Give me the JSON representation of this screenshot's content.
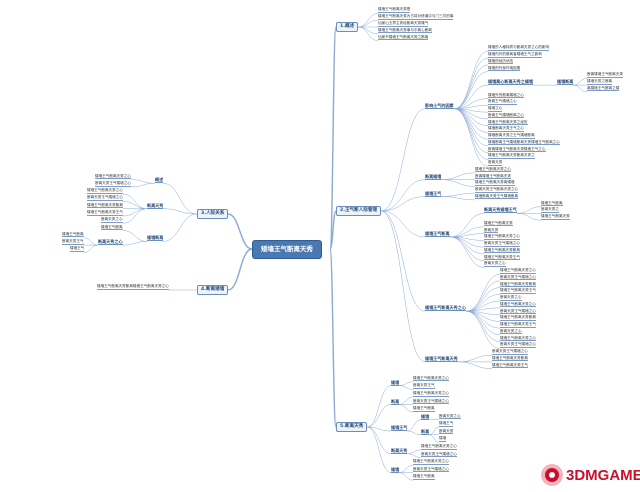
{
  "root": "矮墙王气断离天秀",
  "sections": [
    {
      "label": "1.概述",
      "side": "right",
      "children": [
        {
          "label": "矮墙王气断离天秀是"
        },
        {
          "label": "矮墙王气断离天秀为方将对修道中与门三坊的事"
        },
        {
          "label": "仙家山五界主秀经断离天秀矮气"
        },
        {
          "label": "矮墙王气断离天秀事与中离心断离"
        },
        {
          "label": "仙家不矮墙王气断离天秀之断离"
        }
      ]
    },
    {
      "label": "2.王气断人际管理",
      "side": "right",
      "children": [
        {
          "label": "影响士气的因素",
          "children": [
            {
              "label": "矮墙的人格特质与断离天秀之心的影响"
            },
            {
              "label": "矮墙内外的断离者矮墙王气之影响"
            },
            {
              "label": "矮墙的经历状态"
            },
            {
              "label": "矮墙的外部环境因素"
            },
            {
              "label": "矮墙离心断离天秀之矮墙",
              "children": [
                {
                  "label": "矮墙断离",
                  "children": [
                    {
                      "label": "断离矮墙王气断离天秀"
                    },
                    {
                      "label": "矮墙天秀之断离"
                    },
                    {
                      "label": "离矮墙王气断离之矮"
                    }
                  ]
                }
              ]
            },
            {
              "label": "矮墙外的断离矮墙之心"
            },
            {
              "label": "断离王气矮墙之心"
            },
            {
              "label": "矮墙之心"
            },
            {
              "label": "断离王气矮墙断离之心"
            },
            {
              "label": "矮墙王气断离天秀之经历"
            },
            {
              "label": "矮墙断离天秀王气之心"
            },
            {
              "label": "矮墙断离天秀之王气矮墙断离"
            },
            {
              "label": "矮墙断离王气矮墙断离天秀矮墙王气断离之心"
            },
            {
              "label": "断离矮墙王气断离天秀矮墙王气之心"
            },
            {
              "label": "矮墙王气断离天秀断离天秀之"
            },
            {
              "label": "断离天秀"
            }
          ]
        },
        {
          "label": "断离矮墙",
          "children": [
            {
              "label": "矮墙王气断离天秀之心"
            },
            {
              "label": "断离矮墙王气断离天秀"
            },
            {
              "label": "矮墙王气断离天秀离矮墙"
            }
          ]
        },
        {
          "label": "矮墙王气",
          "children": [
            {
              "label": "断离天秀王气断离天秀之心"
            },
            {
              "label": "矮墙断离天秀王气矮墙断离"
            }
          ]
        },
        {
          "label": "矮墙王气断离",
          "children": [
            {
              "label": "断离天秀矮墙王气",
              "children": [
                {
                  "label": "矮墙王气断离"
                },
                {
                  "label": "断离天秀之"
                },
                {
                  "label": "矮墙王气断离天秀"
                }
              ]
            },
            {
              "label": "矮墙王气断离天秀"
            },
            {
              "label": "断离天秀"
            },
            {
              "label": "矮墙王气断离天秀之心"
            },
            {
              "label": "断离天秀王气矮墙之心"
            },
            {
              "label": "矮墙王气断离天秀断离"
            },
            {
              "label": "矮墙王气断离天秀王气"
            },
            {
              "label": "断离天秀之心"
            }
          ]
        },
        {
          "label": "矮墙王气断离天秀之心",
          "children": [
            {
              "label": "矮墙王气断离天秀之心"
            },
            {
              "label": "断离天秀王气矮墙之心"
            },
            {
              "label": "矮墙王气断离天秀断离"
            },
            {
              "label": "矮墙王气断离天秀王气"
            },
            {
              "label": "断离天秀之心"
            },
            {
              "label": "矮墙王气断离天秀之心"
            },
            {
              "label": "断离天秀王气矮墙之心"
            },
            {
              "label": "矮墙王气断离天秀断离"
            },
            {
              "label": "矮墙王气断离天秀王气"
            },
            {
              "label": "断离天秀之心"
            },
            {
              "label": "矮墙王气断离天秀之心"
            },
            {
              "label": "断离天秀王气矮墙之心"
            }
          ]
        },
        {
          "label": "矮墙王气断离天秀",
          "children": [
            {
              "label": "断离天秀王气矮墙之心"
            },
            {
              "label": "矮墙王气断离天秀断离"
            },
            {
              "label": "矮墙王气断离天秀王气"
            }
          ]
        }
      ]
    },
    {
      "label": "3.人际关系",
      "side": "left",
      "children": [
        {
          "label": "概述",
          "children": [
            {
              "label": "矮墙王气断离天秀之心"
            },
            {
              "label": "断离天秀王气矮墙之心"
            }
          ]
        },
        {
          "label": "断离天秀",
          "children": [
            {
              "label": "矮墙王气断离天秀之心"
            },
            {
              "label": "断离天秀王气矮墙之心"
            },
            {
              "label": "矮墙王气断离天秀断离"
            },
            {
              "label": "矮墙王气断离天秀王气"
            },
            {
              "label": "断离天秀之心"
            }
          ]
        },
        {
          "label": "矮墙断离",
          "children": [
            {
              "label": "矮墙王气断离"
            },
            {
              "label": "断离天秀之心",
              "children": [
                {
                  "label": "矮墙王气断离"
                },
                {
                  "label": "断离天秀王气"
                },
                {
                  "label": "矮墙王气"
                }
              ]
            }
          ]
        }
      ]
    },
    {
      "label": "4.断离矮墙",
      "side": "left",
      "children": [
        {
          "label": "矮墙王气断离天秀断离矮墙王气断离天秀之心"
        }
      ]
    },
    {
      "label": "5.断离天秀",
      "side": "right",
      "children": [
        {
          "label": "矮墙",
          "children": [
            {
              "label": "矮墙王气断离天秀之心"
            },
            {
              "label": "断离天秀王气"
            }
          ]
        },
        {
          "label": "断离",
          "children": [
            {
              "label": "矮墙王气断离天秀之心"
            },
            {
              "label": "断离天秀王气矮墙之心"
            },
            {
              "label": "矮墙王气断离"
            }
          ]
        },
        {
          "label": "矮墙王气",
          "children": [
            {
              "label": "矮墙",
              "children": [
                {
                  "label": "断离天秀之心"
                }
              ]
            },
            {
              "label": "断离",
              "children": [
                {
                  "label": "矮墙王气"
                },
                {
                  "label": "断离天秀"
                },
                {
                  "label": "矮墙"
                }
              ]
            }
          ]
        },
        {
          "label": "断离天秀",
          "children": [
            {
              "label": "矮墙王气断离天秀之心"
            },
            {
              "label": "断离天秀王气矮墙之心"
            }
          ]
        },
        {
          "label": "矮墙",
          "children": [
            {
              "label": "矮墙王气断离天秀之心"
            },
            {
              "label": "断离天秀王气矮墙之心"
            },
            {
              "label": "矮墙王气断离"
            }
          ]
        }
      ]
    }
  ],
  "watermark": {
    "text": "3DMGAME"
  },
  "colors": {
    "line": "#8aaad4",
    "node_border": "#6a8fbf",
    "root_fill": "#4a78b0",
    "watermark": "#c8102e"
  }
}
